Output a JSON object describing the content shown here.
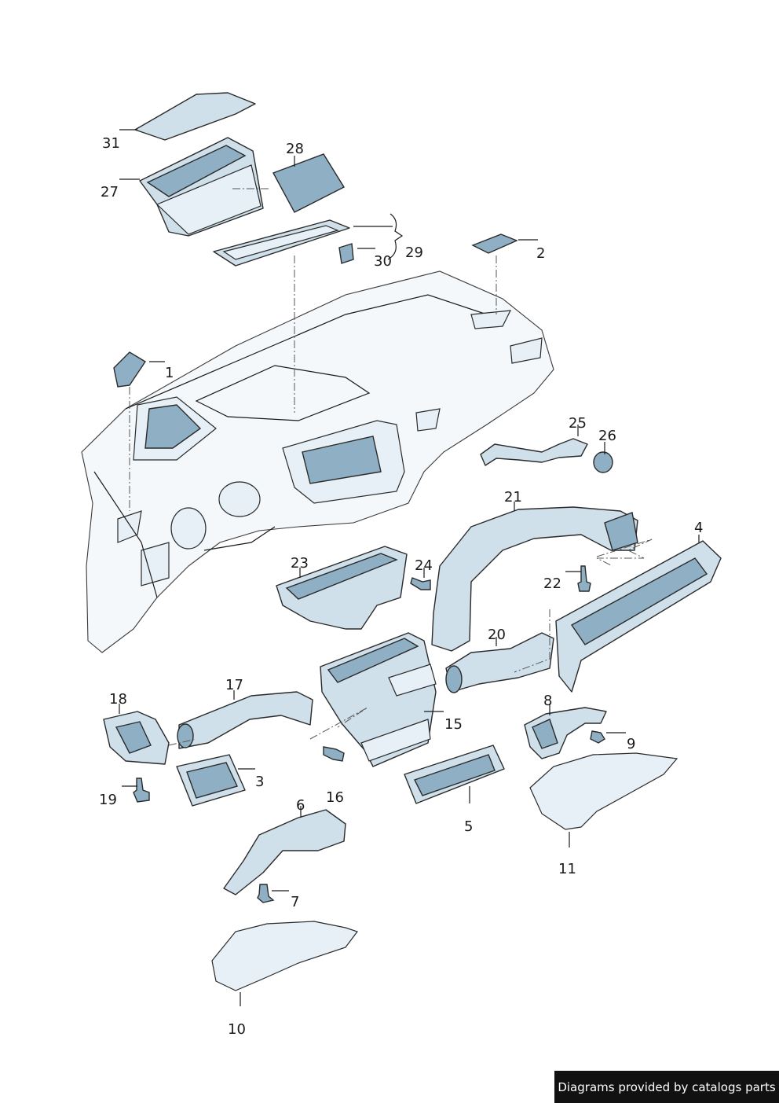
{
  "callouts": {
    "p1": "1",
    "p2": "2",
    "p3": "3",
    "p4": "4",
    "p5": "5",
    "p6": "6",
    "p7": "7",
    "p8": "8",
    "p9": "9",
    "p10": "10",
    "p11": "11",
    "p15": "15",
    "p16": "16",
    "p17": "17",
    "p18": "18",
    "p19": "19",
    "p20": "20",
    "p21": "21",
    "p22": "22",
    "p23": "23",
    "p24": "24",
    "p25": "25",
    "p26": "26",
    "p27": "27",
    "p28": "28",
    "p29": "29",
    "p30": "30",
    "p31": "31"
  },
  "footer": {
    "credit": "Diagrams provided by catalogs parts"
  },
  "colors": {
    "part_fill": "#cfe0ea",
    "part_shade": "#8fb0c4",
    "line": "#2a2a2a",
    "badge_bg": "#111111"
  }
}
